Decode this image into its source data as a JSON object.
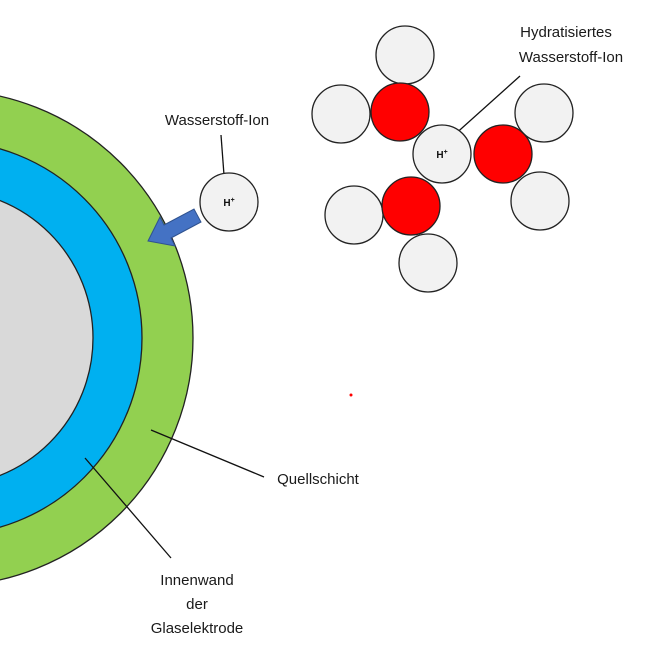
{
  "labels": {
    "hydrated_line1": "Hydratisiertes",
    "hydrated_line2": "Wasserstoff-Ion",
    "hydrogen_ion": "Wasserstoff-Ion",
    "swelling_layer": "Quellschicht",
    "inner_wall_line1": "Innenwand",
    "inner_wall_line2": "der",
    "inner_wall_line3": "Glaselektrode"
  },
  "ion_symbol": {
    "base": "H",
    "charge": "+"
  },
  "colors": {
    "swelling_layer": "#92d050",
    "inner_layer": "#00b0f0",
    "glass_core": "#d9d9d9",
    "oxygen": "#ff0000",
    "hydrogen_atom": "#f2f2f2",
    "arrow": "#4472c4"
  },
  "icons": {
    "arrow": "arrow-down-left-icon"
  }
}
